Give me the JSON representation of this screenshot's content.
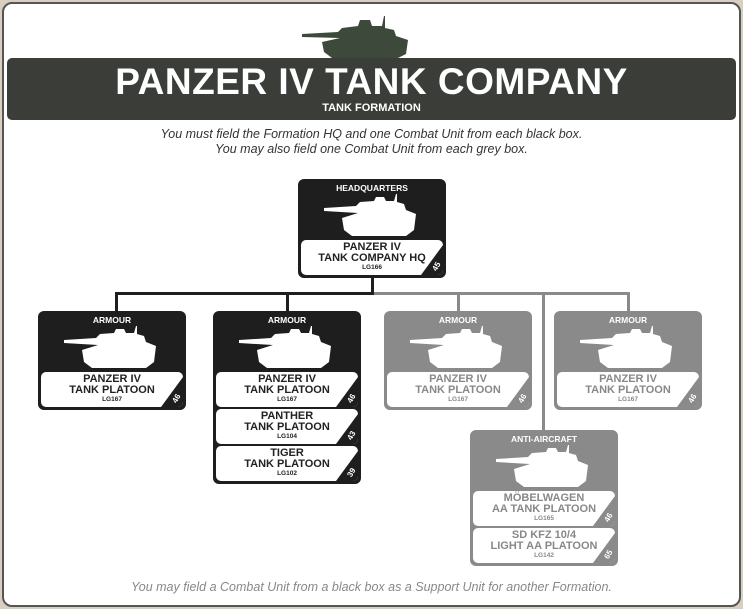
{
  "title": "PANZER IV TANK COMPANY",
  "subtitle": "TANK FORMATION",
  "intro": [
    "You must field the Formation HQ and one Combat Unit from each black box.",
    "You may also field one Combat Unit from each grey box."
  ],
  "footer": "You may field a Combat Unit from a black box as a Support Unit for another Formation.",
  "colors": {
    "black": "#1e1e1e",
    "grey": "#8a8a8a",
    "banner": "#3a3d38"
  },
  "hq": {
    "header": "HEADQUARTERS",
    "entries": [
      {
        "name1": "PANZER IV",
        "name2": "TANK COMPANY HQ",
        "code": "LG166",
        "page": "45"
      }
    ]
  },
  "armour1": {
    "header": "ARMOUR",
    "entries": [
      {
        "name1": "PANZER IV",
        "name2": "TANK PLATOON",
        "code": "LG167",
        "page": "46"
      }
    ]
  },
  "armour2": {
    "header": "ARMOUR",
    "entries": [
      {
        "name1": "PANZER IV",
        "name2": "TANK PLATOON",
        "code": "LG167",
        "page": "46"
      },
      {
        "name1": "PANTHER",
        "name2": "TANK PLATOON",
        "code": "LG104",
        "page": "43"
      },
      {
        "name1": "TIGER",
        "name2": "TANK PLATOON",
        "code": "LG102",
        "page": "39"
      }
    ]
  },
  "armour3": {
    "header": "ARMOUR",
    "entries": [
      {
        "name1": "PANZER IV",
        "name2": "TANK PLATOON",
        "code": "LG167",
        "page": "46"
      }
    ]
  },
  "armour4": {
    "header": "ARMOUR",
    "entries": [
      {
        "name1": "PANZER IV",
        "name2": "TANK PLATOON",
        "code": "LG167",
        "page": "46"
      }
    ]
  },
  "aa": {
    "header": "ANTI-AIRCRAFT",
    "entries": [
      {
        "name1": "MÖBELWAGEN",
        "name2": "AA TANK PLATOON",
        "code": "LG165",
        "page": "46"
      },
      {
        "name1": "SD KFZ 10/4",
        "name2": "LIGHT AA PLATOON",
        "code": "LG142",
        "page": "65"
      }
    ]
  }
}
